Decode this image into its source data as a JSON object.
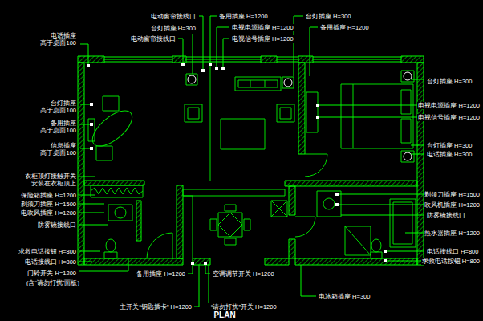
{
  "diagram": {
    "title": "PLAN",
    "labels": [
      "电话插座 高于桌面100",
      "电动窗帘接线口",
      "台灯插座 H=300",
      "电动窗帘接线口",
      "备用插座 H=1200",
      "电视电源插座 H=1200",
      "电视信号插座 H=1200",
      "台灯插座 H=300",
      "备用插座 H=1200",
      "台灯插座 高于桌面100",
      "备用插座 高于桌面100",
      "信息插座 高于桌面100",
      "衣柜顶灯接触开关 安装在衣柜顶上",
      "保险箱插座 H=1200",
      "剃须刀插座 H=1500",
      "电吹风插座 H=1200",
      "防雾镜接线口",
      "求救电话按钮 H=800",
      "电话接线口 H=800",
      "门铃开关 H=1200",
      "(含“请勿打扰”面板)",
      "台灯插座 H=300",
      "电视电源插座 H=1200",
      "电视信号插座 H=1200",
      "台灯插座 H=300",
      "电话插座 H=300",
      "剃须刀插座 H=1500",
      "吹风机插座 H=1200",
      "防雾镜接线口",
      "热水器插座 H=1200",
      "电话接线口 H=800",
      "求救电话按钮 H=800",
      "备用插座 H=1200",
      "空调调节开关 H=1200",
      "电冰箱插座 H=300",
      "主开关“钥匙插卡” H=1200",
      "“请勿打扰”开关 H=1200"
    ]
  }
}
